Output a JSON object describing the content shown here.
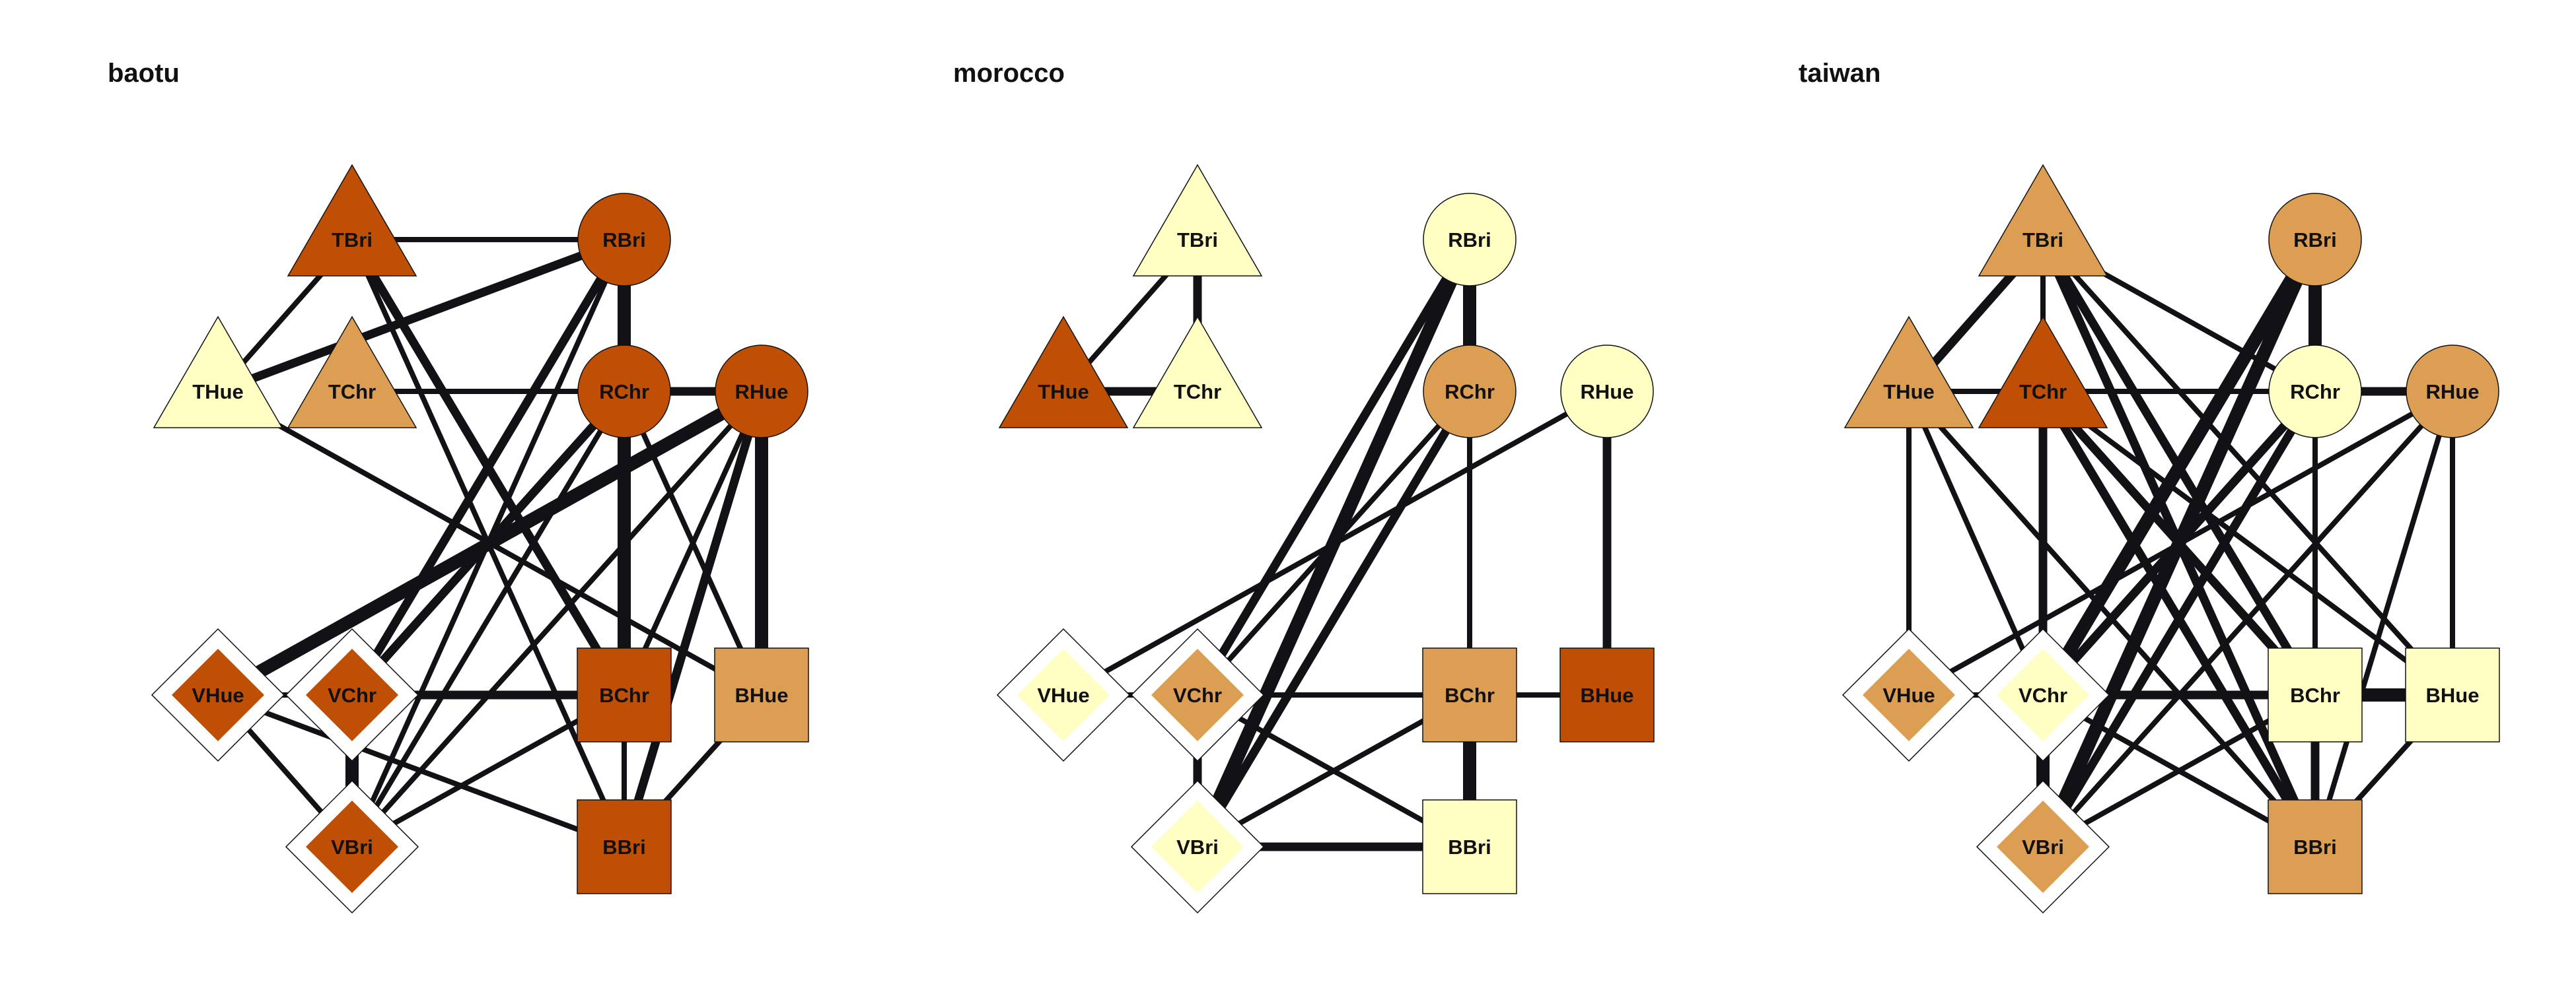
{
  "palette": {
    "light": "#ffffc4",
    "mid": "#dc9e53",
    "dark": "#bf4f04"
  },
  "shapes": {
    "T": "triangle",
    "R": "circle",
    "B": "square",
    "V": "diamond"
  },
  "networks": [
    {
      "title": "baotu",
      "nodes": {
        "TBri": "dark",
        "THue": "light",
        "TChr": "mid",
        "RBri": "dark",
        "RChr": "dark",
        "RHue": "dark",
        "VHue": "dark",
        "VChr": "dark",
        "VBri": "dark",
        "BChr": "dark",
        "BHue": "mid",
        "BBri": "dark"
      },
      "edges": [
        [
          "TBri",
          "RBri",
          2
        ],
        [
          "TBri",
          "THue",
          2
        ],
        [
          "TBri",
          "BChr",
          3
        ],
        [
          "TBri",
          "BBri",
          2
        ],
        [
          "THue",
          "RBri",
          3
        ],
        [
          "TChr",
          "RChr",
          2
        ],
        [
          "THue",
          "BHue",
          2
        ],
        [
          "RBri",
          "RChr",
          4
        ],
        [
          "RBri",
          "VChr",
          3
        ],
        [
          "RBri",
          "VBri",
          2
        ],
        [
          "RBri",
          "BBri",
          2
        ],
        [
          "RChr",
          "RHue",
          3
        ],
        [
          "RChr",
          "BChr",
          4
        ],
        [
          "RChr",
          "VChr",
          3
        ],
        [
          "RChr",
          "VBri",
          2
        ],
        [
          "RChr",
          "BHue",
          2
        ],
        [
          "RHue",
          "VHue",
          4
        ],
        [
          "RHue",
          "VBri",
          2
        ],
        [
          "RHue",
          "BHue",
          4
        ],
        [
          "RHue",
          "BBri",
          3
        ],
        [
          "RHue",
          "BChr",
          2
        ],
        [
          "VHue",
          "VChr",
          2
        ],
        [
          "VHue",
          "VBri",
          2
        ],
        [
          "VHue",
          "BBri",
          2
        ],
        [
          "VChr",
          "BChr",
          3
        ],
        [
          "VChr",
          "VBri",
          4
        ],
        [
          "VBri",
          "BChr",
          2
        ],
        [
          "BHue",
          "BBri",
          2
        ]
      ]
    },
    {
      "title": "morocco",
      "nodes": {
        "TBri": "light",
        "THue": "dark",
        "TChr": "light",
        "RBri": "light",
        "RChr": "mid",
        "RHue": "light",
        "VHue": "light",
        "VChr": "mid",
        "VBri": "light",
        "BChr": "mid",
        "BHue": "dark",
        "BBri": "light"
      },
      "edges": [
        [
          "TBri",
          "THue",
          2
        ],
        [
          "TBri",
          "TChr",
          3
        ],
        [
          "THue",
          "TChr",
          3
        ],
        [
          "RBri",
          "RChr",
          4
        ],
        [
          "RBri",
          "VChr",
          3
        ],
        [
          "RBri",
          "VBri",
          4
        ],
        [
          "RChr",
          "VBri",
          3
        ],
        [
          "RChr",
          "VChr",
          2
        ],
        [
          "RChr",
          "BChr",
          2
        ],
        [
          "RHue",
          "VHue",
          2
        ],
        [
          "RHue",
          "BHue",
          3
        ],
        [
          "VHue",
          "VChr",
          2
        ],
        [
          "VChr",
          "BChr",
          2
        ],
        [
          "VChr",
          "VBri",
          3
        ],
        [
          "VChr",
          "BBri",
          2
        ],
        [
          "VBri",
          "BChr",
          2
        ],
        [
          "VBri",
          "BBri",
          3
        ],
        [
          "BChr",
          "BBri",
          4
        ],
        [
          "BChr",
          "BHue",
          2
        ]
      ]
    },
    {
      "title": "taiwan",
      "nodes": {
        "TBri": "mid",
        "THue": "mid",
        "TChr": "dark",
        "RBri": "mid",
        "RChr": "light",
        "RHue": "mid",
        "VHue": "mid",
        "VChr": "light",
        "VBri": "mid",
        "BChr": "light",
        "BHue": "light",
        "BBri": "mid"
      },
      "edges": [
        [
          "TBri",
          "THue",
          3
        ],
        [
          "TBri",
          "TChr",
          2
        ],
        [
          "TBri",
          "RChr",
          2
        ],
        [
          "TBri",
          "BChr",
          3
        ],
        [
          "TBri",
          "BBri",
          3
        ],
        [
          "TBri",
          "BHue",
          2
        ],
        [
          "TBri",
          "VChr",
          2
        ],
        [
          "THue",
          "VHue",
          2
        ],
        [
          "THue",
          "VChr",
          2
        ],
        [
          "THue",
          "BBri",
          2
        ],
        [
          "THue",
          "RChr",
          2
        ],
        [
          "TChr",
          "VBri",
          3
        ],
        [
          "TChr",
          "BChr",
          3
        ],
        [
          "TChr",
          "BBri",
          3
        ],
        [
          "TChr",
          "BHue",
          2
        ],
        [
          "RBri",
          "RChr",
          4
        ],
        [
          "RBri",
          "VChr",
          4
        ],
        [
          "RBri",
          "VBri",
          4
        ],
        [
          "RChr",
          "RHue",
          3
        ],
        [
          "RChr",
          "VChr",
          3
        ],
        [
          "RChr",
          "VBri",
          3
        ],
        [
          "RChr",
          "BChr",
          2
        ],
        [
          "RChr",
          "BBri",
          2
        ],
        [
          "RHue",
          "VHue",
          2
        ],
        [
          "RHue",
          "VBri",
          2
        ],
        [
          "RHue",
          "BHue",
          2
        ],
        [
          "RHue",
          "BBri",
          2
        ],
        [
          "VHue",
          "VChr",
          2
        ],
        [
          "VChr",
          "VBri",
          4
        ],
        [
          "VChr",
          "BChr",
          3
        ],
        [
          "VChr",
          "BBri",
          2
        ],
        [
          "VBri",
          "BChr",
          2
        ],
        [
          "BChr",
          "BHue",
          4
        ],
        [
          "BChr",
          "BBri",
          3
        ],
        [
          "BHue",
          "BBri",
          2
        ]
      ]
    }
  ]
}
